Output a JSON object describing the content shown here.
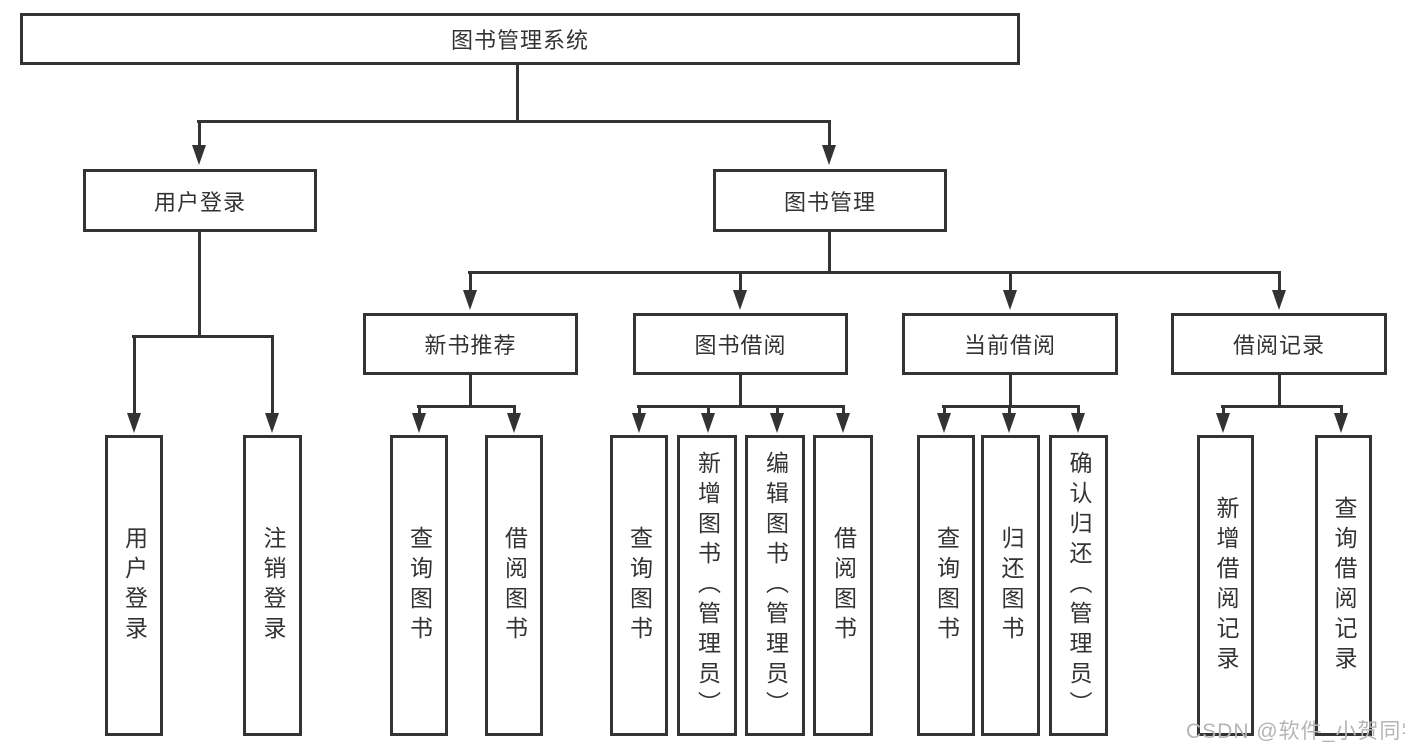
{
  "colors": {
    "line": "#333333",
    "text": "#333333",
    "background": "#ffffff",
    "watermark": "#b5b5b5"
  },
  "watermark": "CSDN @软件_小贺同学",
  "tree": {
    "root": "图书管理系统",
    "branches": [
      {
        "label": "用户登录",
        "leaves": [
          "用户登录",
          "注销登录"
        ]
      },
      {
        "label": "图书管理",
        "sections": [
          {
            "label": "新书推荐",
            "leaves": [
              "查询图书",
              "借阅图书"
            ]
          },
          {
            "label": "图书借阅",
            "leaves": [
              "查询图书",
              "新增图书（管理员）",
              "编辑图书（管理员）",
              "借阅图书"
            ]
          },
          {
            "label": "当前借阅",
            "leaves": [
              "查询图书",
              "归还图书",
              "确认归还（管理员）"
            ]
          },
          {
            "label": "借阅记录",
            "leaves": [
              "新增借阅记录",
              "查询借阅记录"
            ]
          }
        ]
      }
    ]
  }
}
